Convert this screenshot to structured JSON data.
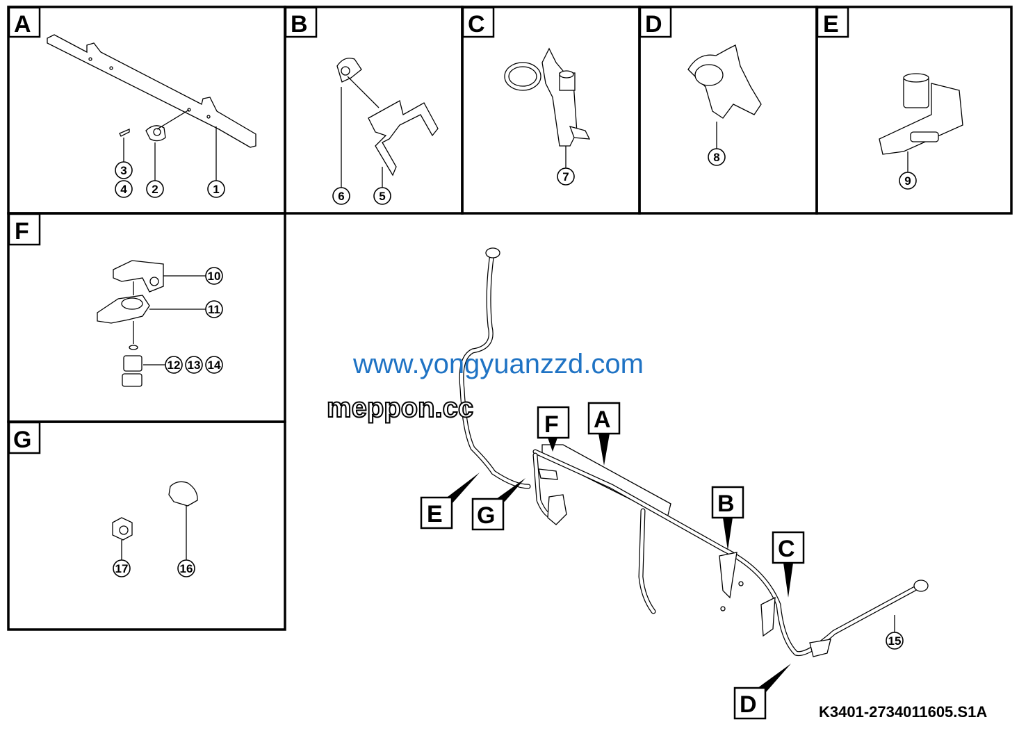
{
  "panels": {
    "A": {
      "label": "A",
      "callouts": [
        "1",
        "2",
        "3",
        "4"
      ]
    },
    "B": {
      "label": "B",
      "callouts": [
        "5",
        "6"
      ]
    },
    "C": {
      "label": "C",
      "callouts": [
        "7"
      ]
    },
    "D": {
      "label": "D",
      "callouts": [
        "8"
      ]
    },
    "E": {
      "label": "E",
      "callouts": [
        "9"
      ]
    },
    "F": {
      "label": "F",
      "callouts": [
        "10",
        "11",
        "12",
        "13",
        "14"
      ]
    },
    "G": {
      "label": "G",
      "callouts": [
        "16",
        "17"
      ]
    }
  },
  "main": {
    "labels": {
      "A": "A",
      "B": "B",
      "C": "C",
      "D": "D",
      "E": "E",
      "F": "F",
      "G": "G"
    },
    "callout_15": "15"
  },
  "drawing_code": "K3401-2734011605.S1A",
  "watermarks": {
    "primary": "www.yongyuanzzd.com",
    "secondary": "meppon.cc",
    "color": "#1f73c4"
  }
}
